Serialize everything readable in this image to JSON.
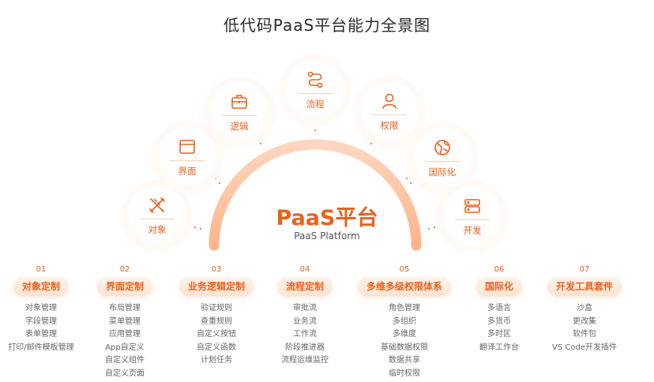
{
  "title": "低代码PaaS平台能力全景图",
  "center": {
    "title": "PaaS平台",
    "subtitle": "PaaS Platform"
  },
  "nodes": [
    {
      "label": "对象",
      "icon": "pencil-ruler-icon"
    },
    {
      "label": "界面",
      "icon": "browser-window-icon"
    },
    {
      "label": "逻辑",
      "icon": "briefcase-icon"
    },
    {
      "label": "流程",
      "icon": "process-flow-icon"
    },
    {
      "label": "权限",
      "icon": "user-icon"
    },
    {
      "label": "国际化",
      "icon": "globe-icon"
    },
    {
      "label": "开发",
      "icon": "server-icon"
    }
  ],
  "columns": [
    {
      "num": "01",
      "title": "对象定制",
      "items": [
        "对象管理",
        "字段管理",
        "表单管理",
        "打印/邮件模板管理"
      ]
    },
    {
      "num": "02",
      "title": "界面定制",
      "items": [
        "布局管理",
        "菜单管理",
        "应用管理",
        "App自定义",
        "自定义组件",
        "自定义页面"
      ]
    },
    {
      "num": "03",
      "title": "业务逻辑定制",
      "items": [
        "验证规则",
        "查重规则",
        "自定义按钮",
        "自定义函数",
        "计划任务"
      ]
    },
    {
      "num": "04",
      "title": "流程定制",
      "items": [
        "审批流",
        "业务流",
        "工作流",
        "阶段推进器",
        "流程运维监控"
      ]
    },
    {
      "num": "05",
      "title": "多维多级权限体系",
      "items": [
        "角色管理",
        "多组织",
        "多维度",
        "基础数据权限",
        "数据共享",
        "临时权限"
      ]
    },
    {
      "num": "06",
      "title": "国际化",
      "items": [
        "多语言",
        "多货币",
        "多时区",
        "翻译工作台"
      ]
    },
    {
      "num": "07",
      "title": "开发工具套件",
      "items": [
        "沙盒",
        "更改集",
        "软件包",
        "VS Code开发插件"
      ]
    }
  ],
  "colors": {
    "accent": "#e8621e",
    "text": "#333333",
    "muted": "#666666"
  }
}
